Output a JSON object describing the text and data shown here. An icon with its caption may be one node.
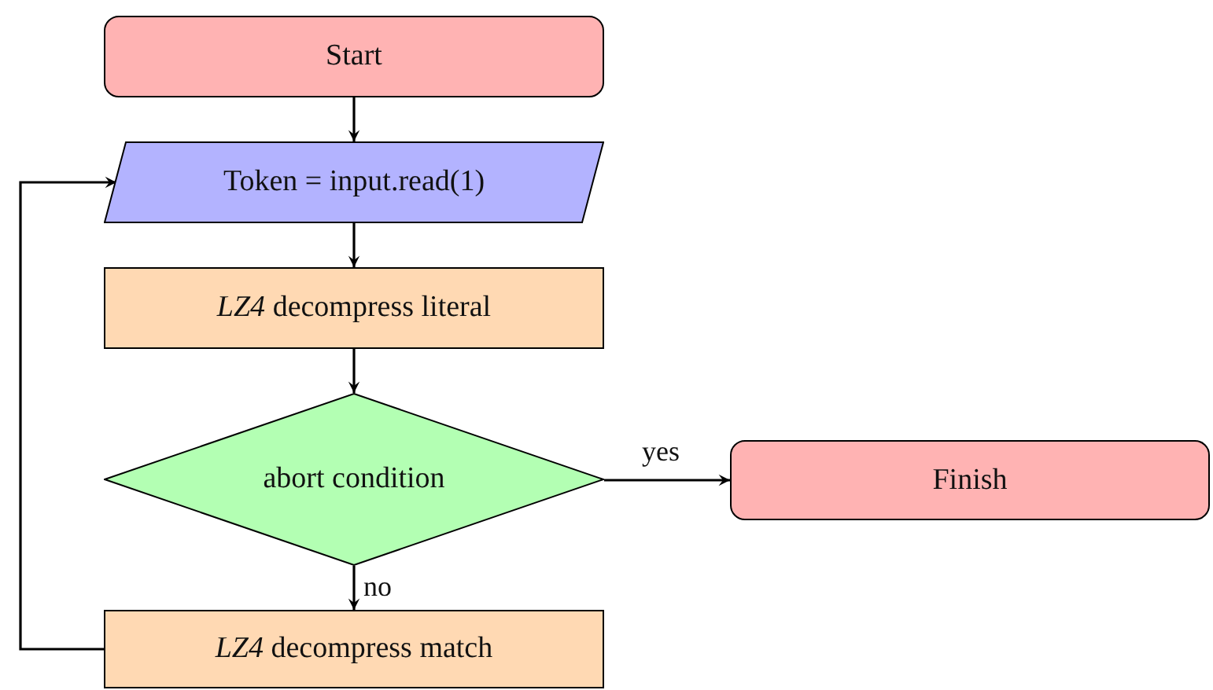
{
  "diagram": {
    "nodes": [
      {
        "text": [
          "Start"
        ]
      },
      {
        "text": [
          "Token = input.read(1)"
        ]
      },
      {
        "text": [
          "*LZ4* decompress literal"
        ]
      },
      {
        "text": [
          "abort condition"
        ]
      },
      {
        "text": [
          "Finish"
        ]
      },
      {
        "text": [
          "*LZ4* decompress match"
        ]
      }
    ],
    "edges": [
      {
        "from": 0,
        "to": 1,
        "arrow": "to"
      },
      {
        "from": 1,
        "to": 2,
        "arrow": "to"
      },
      {
        "from": 2,
        "to": 3,
        "arrow": "to"
      },
      {
        "from": 3,
        "to": 4,
        "arrow": "to",
        "label": "yes"
      },
      {
        "from": 3,
        "to": 5,
        "arrow": "to",
        "label": "no"
      },
      {
        "from": 5,
        "to": 1,
        "arrow": "to"
      }
    ]
  }
}
